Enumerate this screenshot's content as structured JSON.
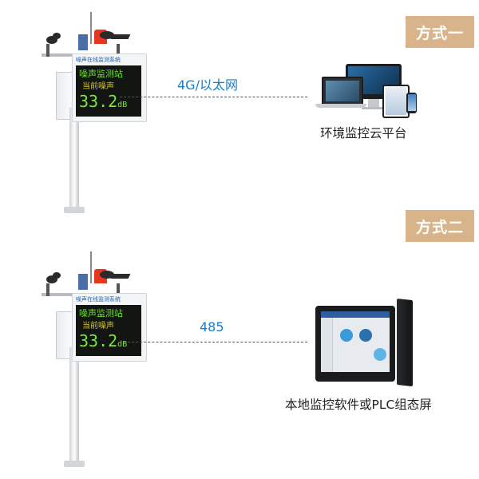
{
  "sections": [
    {
      "badge": "方式一",
      "link_label": "4G/以太网",
      "device_caption": "环境监控云平台",
      "station": {
        "screen_title": "噪声在线监测系统",
        "line1": "噪声监测站",
        "line2": "当前噪声",
        "reading": "33.2",
        "unit": "dB"
      }
    },
    {
      "badge": "方式二",
      "link_label": "485",
      "device_caption": "本地监控软件或PLC组态屏",
      "station": {
        "screen_title": "噪声在线监测系统",
        "line1": "噪声监测站",
        "line2": "当前噪声",
        "reading": "33.2",
        "unit": "dB"
      }
    }
  ],
  "colors": {
    "badge_bg": "#d9b48a",
    "link_text": "#1a7dc8",
    "led_green": "#7ce83a",
    "led_yellow": "#d7c52c"
  }
}
